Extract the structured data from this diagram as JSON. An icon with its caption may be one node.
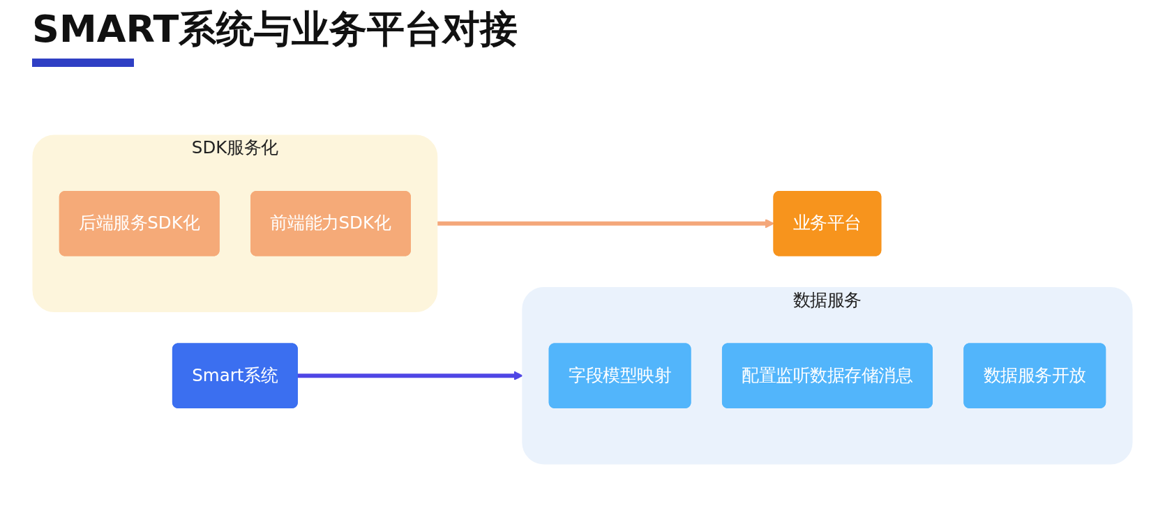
{
  "diagram": {
    "title": "SMART系统与业务平台对接",
    "nodes": [
      {
        "text": [
          "Smart系统"
        ]
      },
      {
        "text": [
          "数据服务"
        ]
      },
      {
        "text": [
          "字段模型映射"
        ],
        "in": 1
      },
      {
        "text": [
          "配置监听数据存储消息"
        ],
        "in": 1
      },
      {
        "text": [
          "数据服务开放"
        ],
        "in": 1
      },
      {
        "text": [
          "SDK服务化"
        ]
      },
      {
        "text": [
          "后端服务SDK化"
        ],
        "in": 5
      },
      {
        "text": [
          "前端能力SDK化"
        ],
        "in": 5
      },
      {
        "text": [
          "业务平台"
        ]
      }
    ],
    "edges": [
      {
        "from": 0,
        "to": 1,
        "arrow": "to",
        "color": "#4f46e5"
      },
      {
        "from": 5,
        "to": 8,
        "arrow": "to",
        "color": "#f4a77a"
      }
    ]
  }
}
